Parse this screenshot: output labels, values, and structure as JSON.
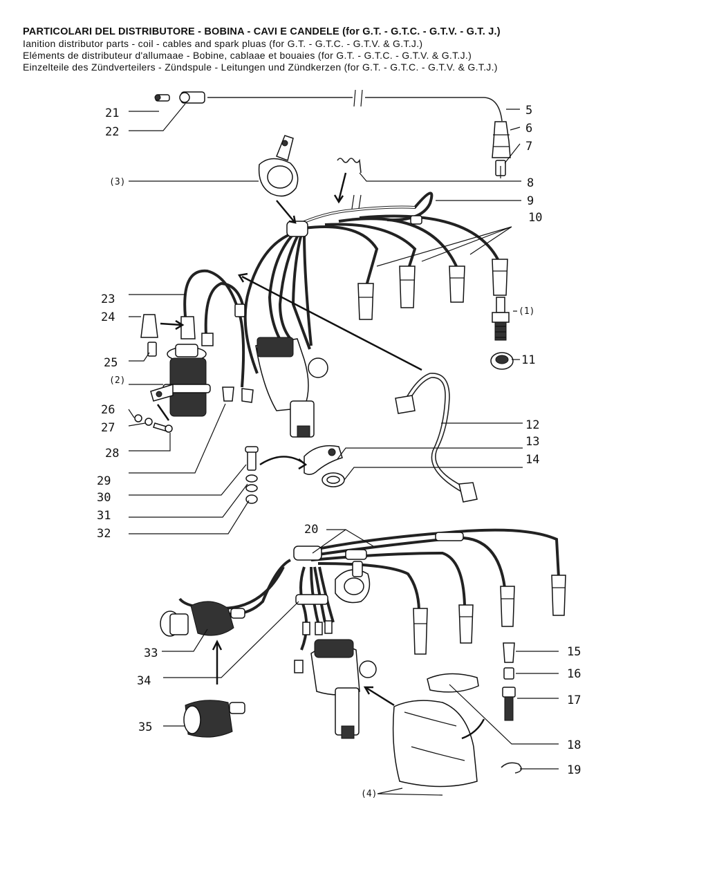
{
  "header": {
    "title_it": "PARTICOLARI DEL DISTRIBUTORE - BOBINA - CAVI E CANDELE (for G.T. - G.T.C. - G.T.V. - G.T. J.)",
    "title_en": "Ianition distributor parts - coil - cables and spark pluas (for G.T. - G.T.C. - G.T.V. & G.T.J.)",
    "title_fr": "Eléments de distributeur d'allumaae - Bobine, cablaae et bouaies (for G.T. - G.T.C. - G.T.V. & G.T.J.)",
    "title_de": "Einzelteile des Zündverteilers - Zündspule - Leitungen und Zündkerzen (for G.T. - G.T.C. - G.T.V. & G.T.J.)"
  },
  "callouts": {
    "c1": "(1)",
    "c2": "(2)",
    "c3": "(3)",
    "c4": "(4)",
    "n5": "5",
    "n6": "6",
    "n7": "7",
    "n8": "8",
    "n9": "9",
    "n10": "10",
    "n11": "11",
    "n12": "12",
    "n13": "13",
    "n14": "14",
    "n15": "15",
    "n16": "16",
    "n17": "17",
    "n18": "18",
    "n19": "19",
    "n20": "20",
    "n21": "21",
    "n22": "22",
    "n23": "23",
    "n24": "24",
    "n25": "25",
    "n26": "26",
    "n27": "27",
    "n28": "28",
    "n29": "29",
    "n30": "30",
    "n31": "31",
    "n32": "32",
    "n33": "33",
    "n34": "34",
    "n35": "35"
  }
}
